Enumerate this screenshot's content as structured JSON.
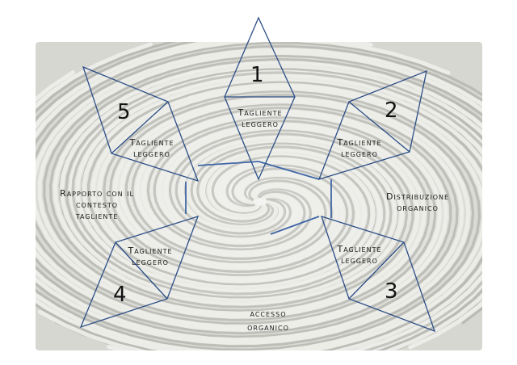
{
  "diagram": {
    "colors": {
      "outline": "#2b4e86",
      "connector": "#3f66a6",
      "swirl_light": "#eeeeea",
      "swirl_dark": "#9a9a92"
    },
    "numbers": [
      "1",
      "2",
      "3",
      "4",
      "5"
    ],
    "edge_labels": {
      "n1": "Tagliente leggero",
      "n2": "Tagliente leggero",
      "n3": "Tagliente leggero",
      "n4": "Tagliente leggero",
      "n5": "Tagliente leggero"
    },
    "outer_labels": {
      "distribuzione": "Distribuzione organico",
      "accesso": "accesso organico",
      "rapporto": "Rapporto con il contesto tagliente"
    }
  }
}
